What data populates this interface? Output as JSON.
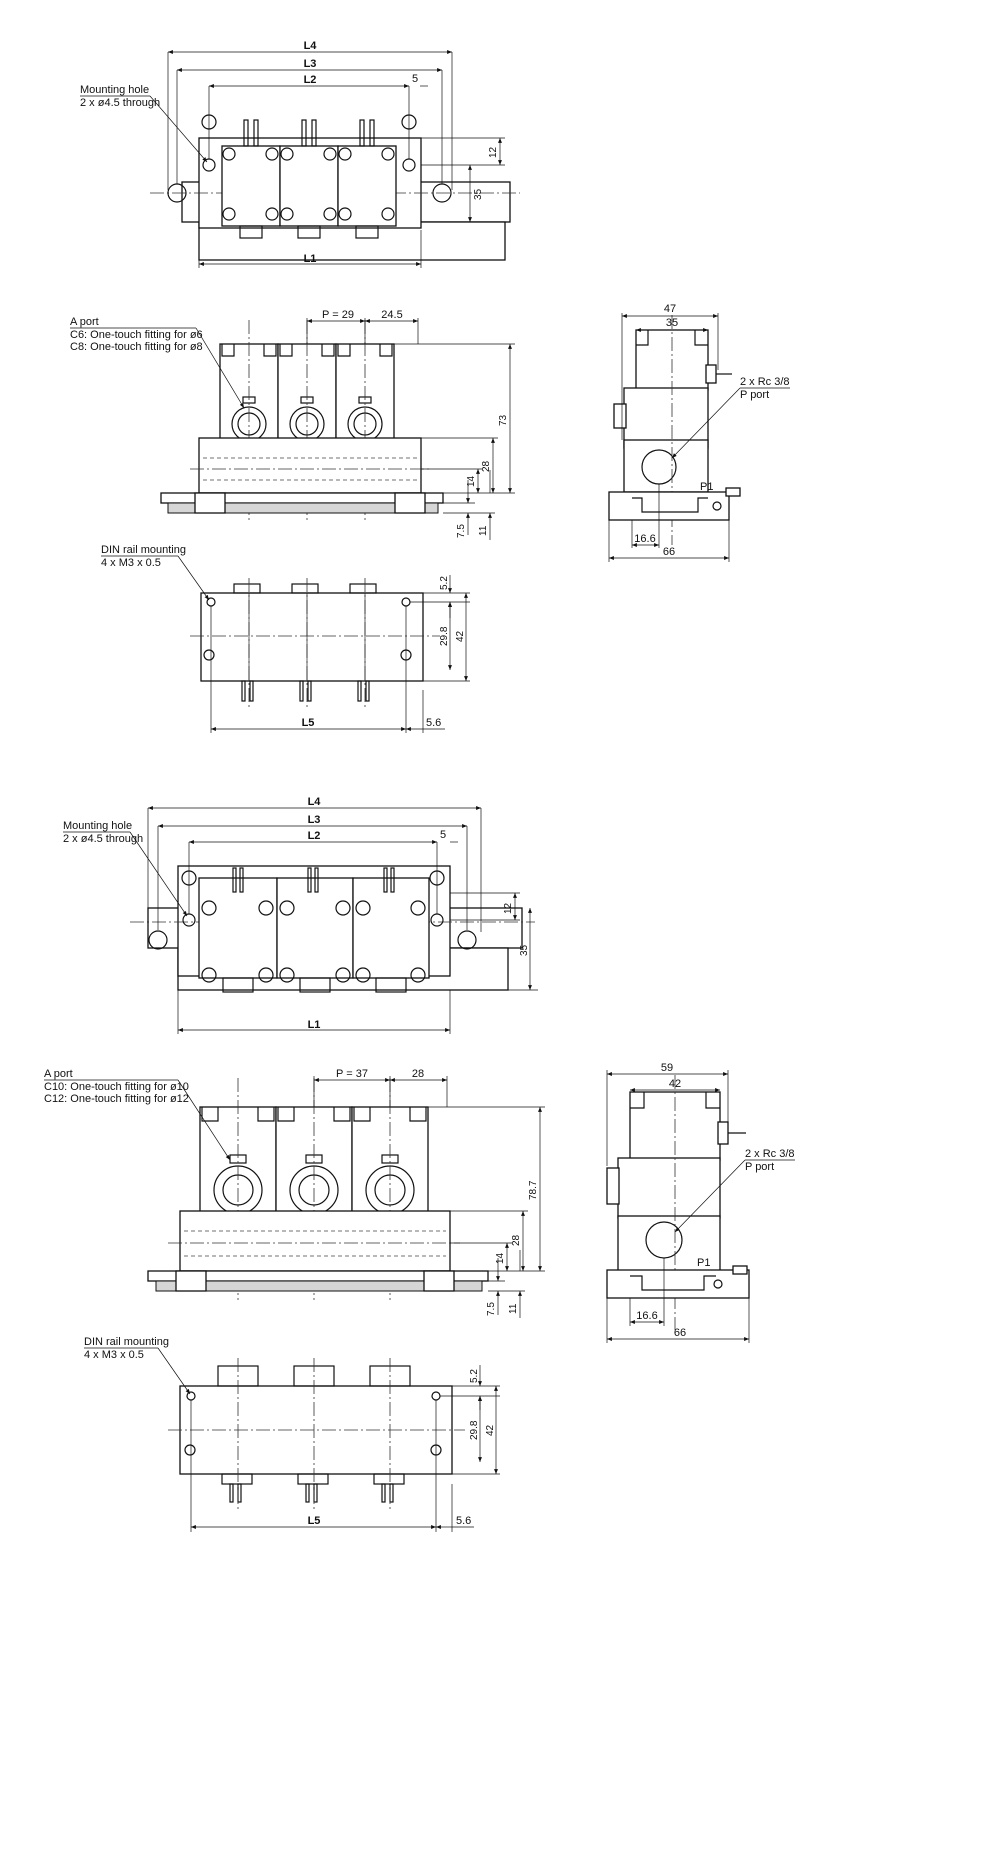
{
  "views": {
    "top1": {
      "dims": [
        "L4",
        "L3",
        "L2",
        "5",
        "L1",
        "12",
        "35"
      ],
      "callout": {
        "line1": "Mounting hole",
        "line2": "2 x ø4.5 through"
      }
    },
    "front1": {
      "dims": {
        "pitch": "P = 29",
        "width": "24.5",
        "height": "73",
        "d28": "28",
        "d14": "14",
        "d75": "7.5",
        "d11": "11"
      },
      "callout": {
        "line1": "A port",
        "line2": "C6: One-touch fitting for ø6",
        "line3": "C8: One-touch fitting for ø8"
      }
    },
    "side1": {
      "dims": {
        "w47": "47",
        "w35": "35",
        "d166": "16.6",
        "w66": "66"
      },
      "callout": {
        "line1": "2 x Rc 3/8",
        "line2": "P port"
      },
      "p1": "P1"
    },
    "bottom1": {
      "dims": {
        "d52": "5.2",
        "d298": "29.8",
        "d42": "42",
        "l5": "L5",
        "d56": "5.6"
      },
      "callout": {
        "line1": "DIN rail mounting",
        "line2": "4 x M3 x 0.5"
      }
    },
    "top2": {
      "dims": [
        "L4",
        "L3",
        "L2",
        "5",
        "L1",
        "12",
        "35"
      ],
      "callout": {
        "line1": "Mounting hole",
        "line2": "2 x ø4.5 through"
      }
    },
    "front2": {
      "dims": {
        "pitch": "P = 37",
        "width": "28",
        "height": "78.7",
        "d28": "28",
        "d14": "14",
        "d75": "7.5",
        "d11": "11"
      },
      "callout": {
        "line1": "A port",
        "line2": "C10: One-touch fitting for ø10",
        "line3": "C12: One-touch fitting for ø12"
      }
    },
    "side2": {
      "dims": {
        "w59": "59",
        "w42": "42",
        "d166": "16.6",
        "w66": "66"
      },
      "callout": {
        "line1": "2 x Rc 3/8",
        "line2": "P port"
      },
      "p1": "P1"
    },
    "bottom2": {
      "dims": {
        "d52": "5.2",
        "d298": "29.8",
        "d42": "42",
        "l5": "L5",
        "d56": "5.6"
      },
      "callout": {
        "line1": "DIN rail mounting",
        "line2": "4 x M3 x 0.5"
      }
    }
  }
}
